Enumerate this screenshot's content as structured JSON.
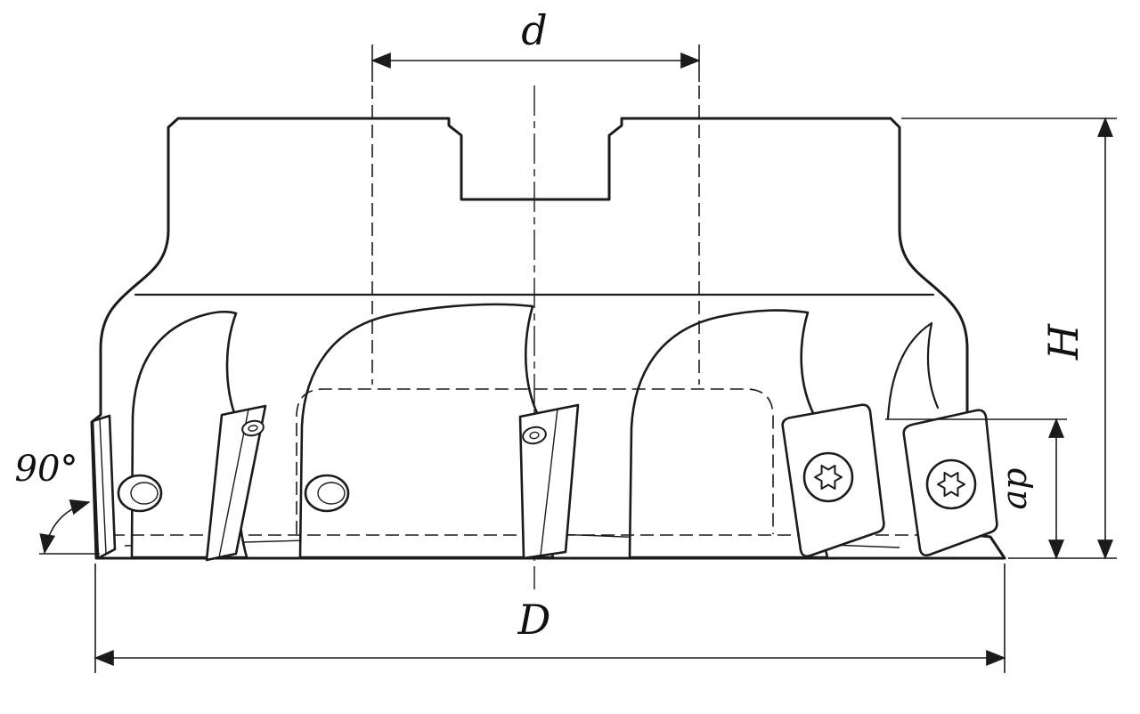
{
  "drawing": {
    "labels": {
      "bore_diameter": "d",
      "outer_diameter": "D",
      "height": "H",
      "cutting_depth": "ap",
      "approach_angle": "90°"
    },
    "colors": {
      "line": "#1b1b1b",
      "background": "#ffffff"
    }
  }
}
